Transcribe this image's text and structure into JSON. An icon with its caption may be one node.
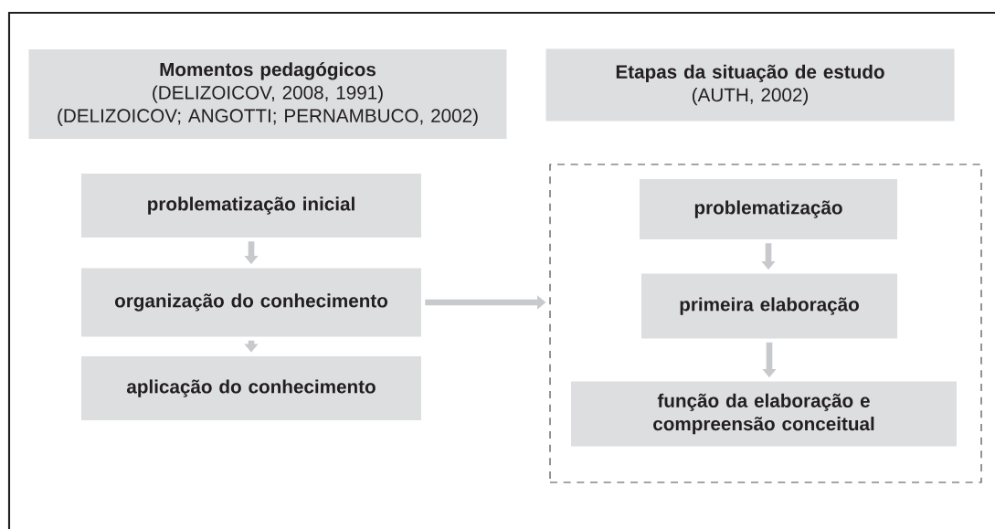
{
  "diagram": {
    "nodes": [
      {
        "text": [
          "Momentos pedagógicos",
          "(DELIZOICOV, 2008, 1991)",
          "(DELIZOICOV; ANGOTTI; PERNAMBUCO, 2002)"
        ]
      },
      {
        "text": [
          "Etapas da situação de estudo",
          "(AUTH, 2002)"
        ]
      },
      {
        "text": [
          "problematização inicial"
        ]
      },
      {
        "text": [
          "organização do conhecimento"
        ]
      },
      {
        "text": [
          "aplicação do conhecimento"
        ]
      },
      {
        "text": [],
        "shape": "box"
      },
      {
        "text": [
          "problematização"
        ],
        "in": 5
      },
      {
        "text": [
          "primeira elaboração"
        ],
        "in": 5
      },
      {
        "text": [
          "função da elaboração e compreensão conceitual"
        ],
        "in": 5
      }
    ],
    "edges": [
      {
        "from": 2,
        "to": 3,
        "arrow": "to"
      },
      {
        "from": 3,
        "to": 4,
        "arrow": "to"
      },
      {
        "from": 3,
        "to": 5,
        "arrow": "to"
      },
      {
        "from": 6,
        "to": 7,
        "arrow": "to"
      },
      {
        "from": 7,
        "to": 8,
        "arrow": "to"
      }
    ]
  }
}
